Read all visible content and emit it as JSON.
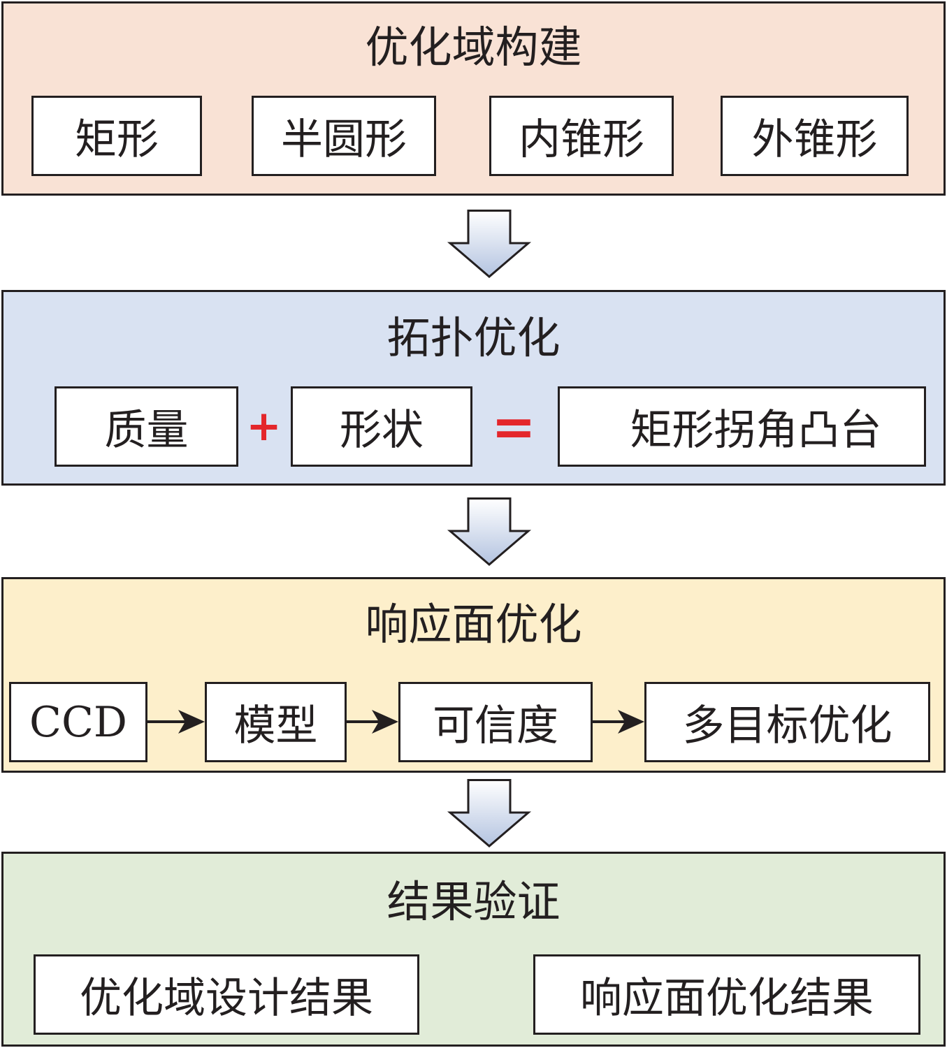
{
  "colors": {
    "section1_bg": "#f9e2d5",
    "section2_bg": "#d9e2f2",
    "section3_bg": "#fdefcb",
    "section4_bg": "#e1ecd8",
    "operator": "#e4262b",
    "stroke": "#231f20"
  },
  "sections": [
    {
      "title": "优化域构建",
      "items": [
        "矩形",
        "半圆形",
        "内锥形",
        "外锥形"
      ]
    },
    {
      "title": "拓扑优化",
      "items": [
        "质量",
        "形状",
        "矩形拐角凸台"
      ],
      "operators": [
        "+",
        "="
      ]
    },
    {
      "title": "响应面优化",
      "items": [
        "CCD",
        "模型",
        "可信度",
        "多目标优化"
      ]
    },
    {
      "title": "结果验证",
      "items": [
        "优化域设计结果",
        "响应面优化结果"
      ]
    }
  ]
}
